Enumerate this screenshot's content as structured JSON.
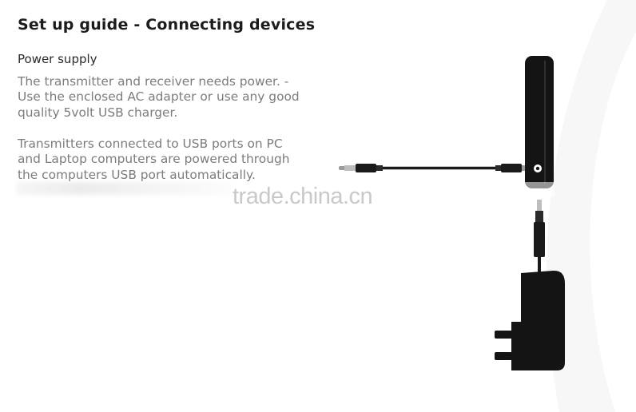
{
  "page": {
    "title": "Set up guide - Connecting devices",
    "section_heading": "Power supply",
    "paragraph_1_lines": [
      "The transmitter and receiver needs power. -",
      "Use the enclosed AC adapter or use any good",
      "quality 5volt USB charger."
    ],
    "paragraph_2_lines": [
      "Transmitters connected to USB ports on PC",
      "and Laptop computers are powered through",
      "the computers USB port automatically."
    ]
  },
  "watermark": "trade.china.cn",
  "colors": {
    "title": "#1c1c1c",
    "body_text": "#7c7c7c",
    "device": "#141414",
    "watermark": "#c9c9c9"
  }
}
